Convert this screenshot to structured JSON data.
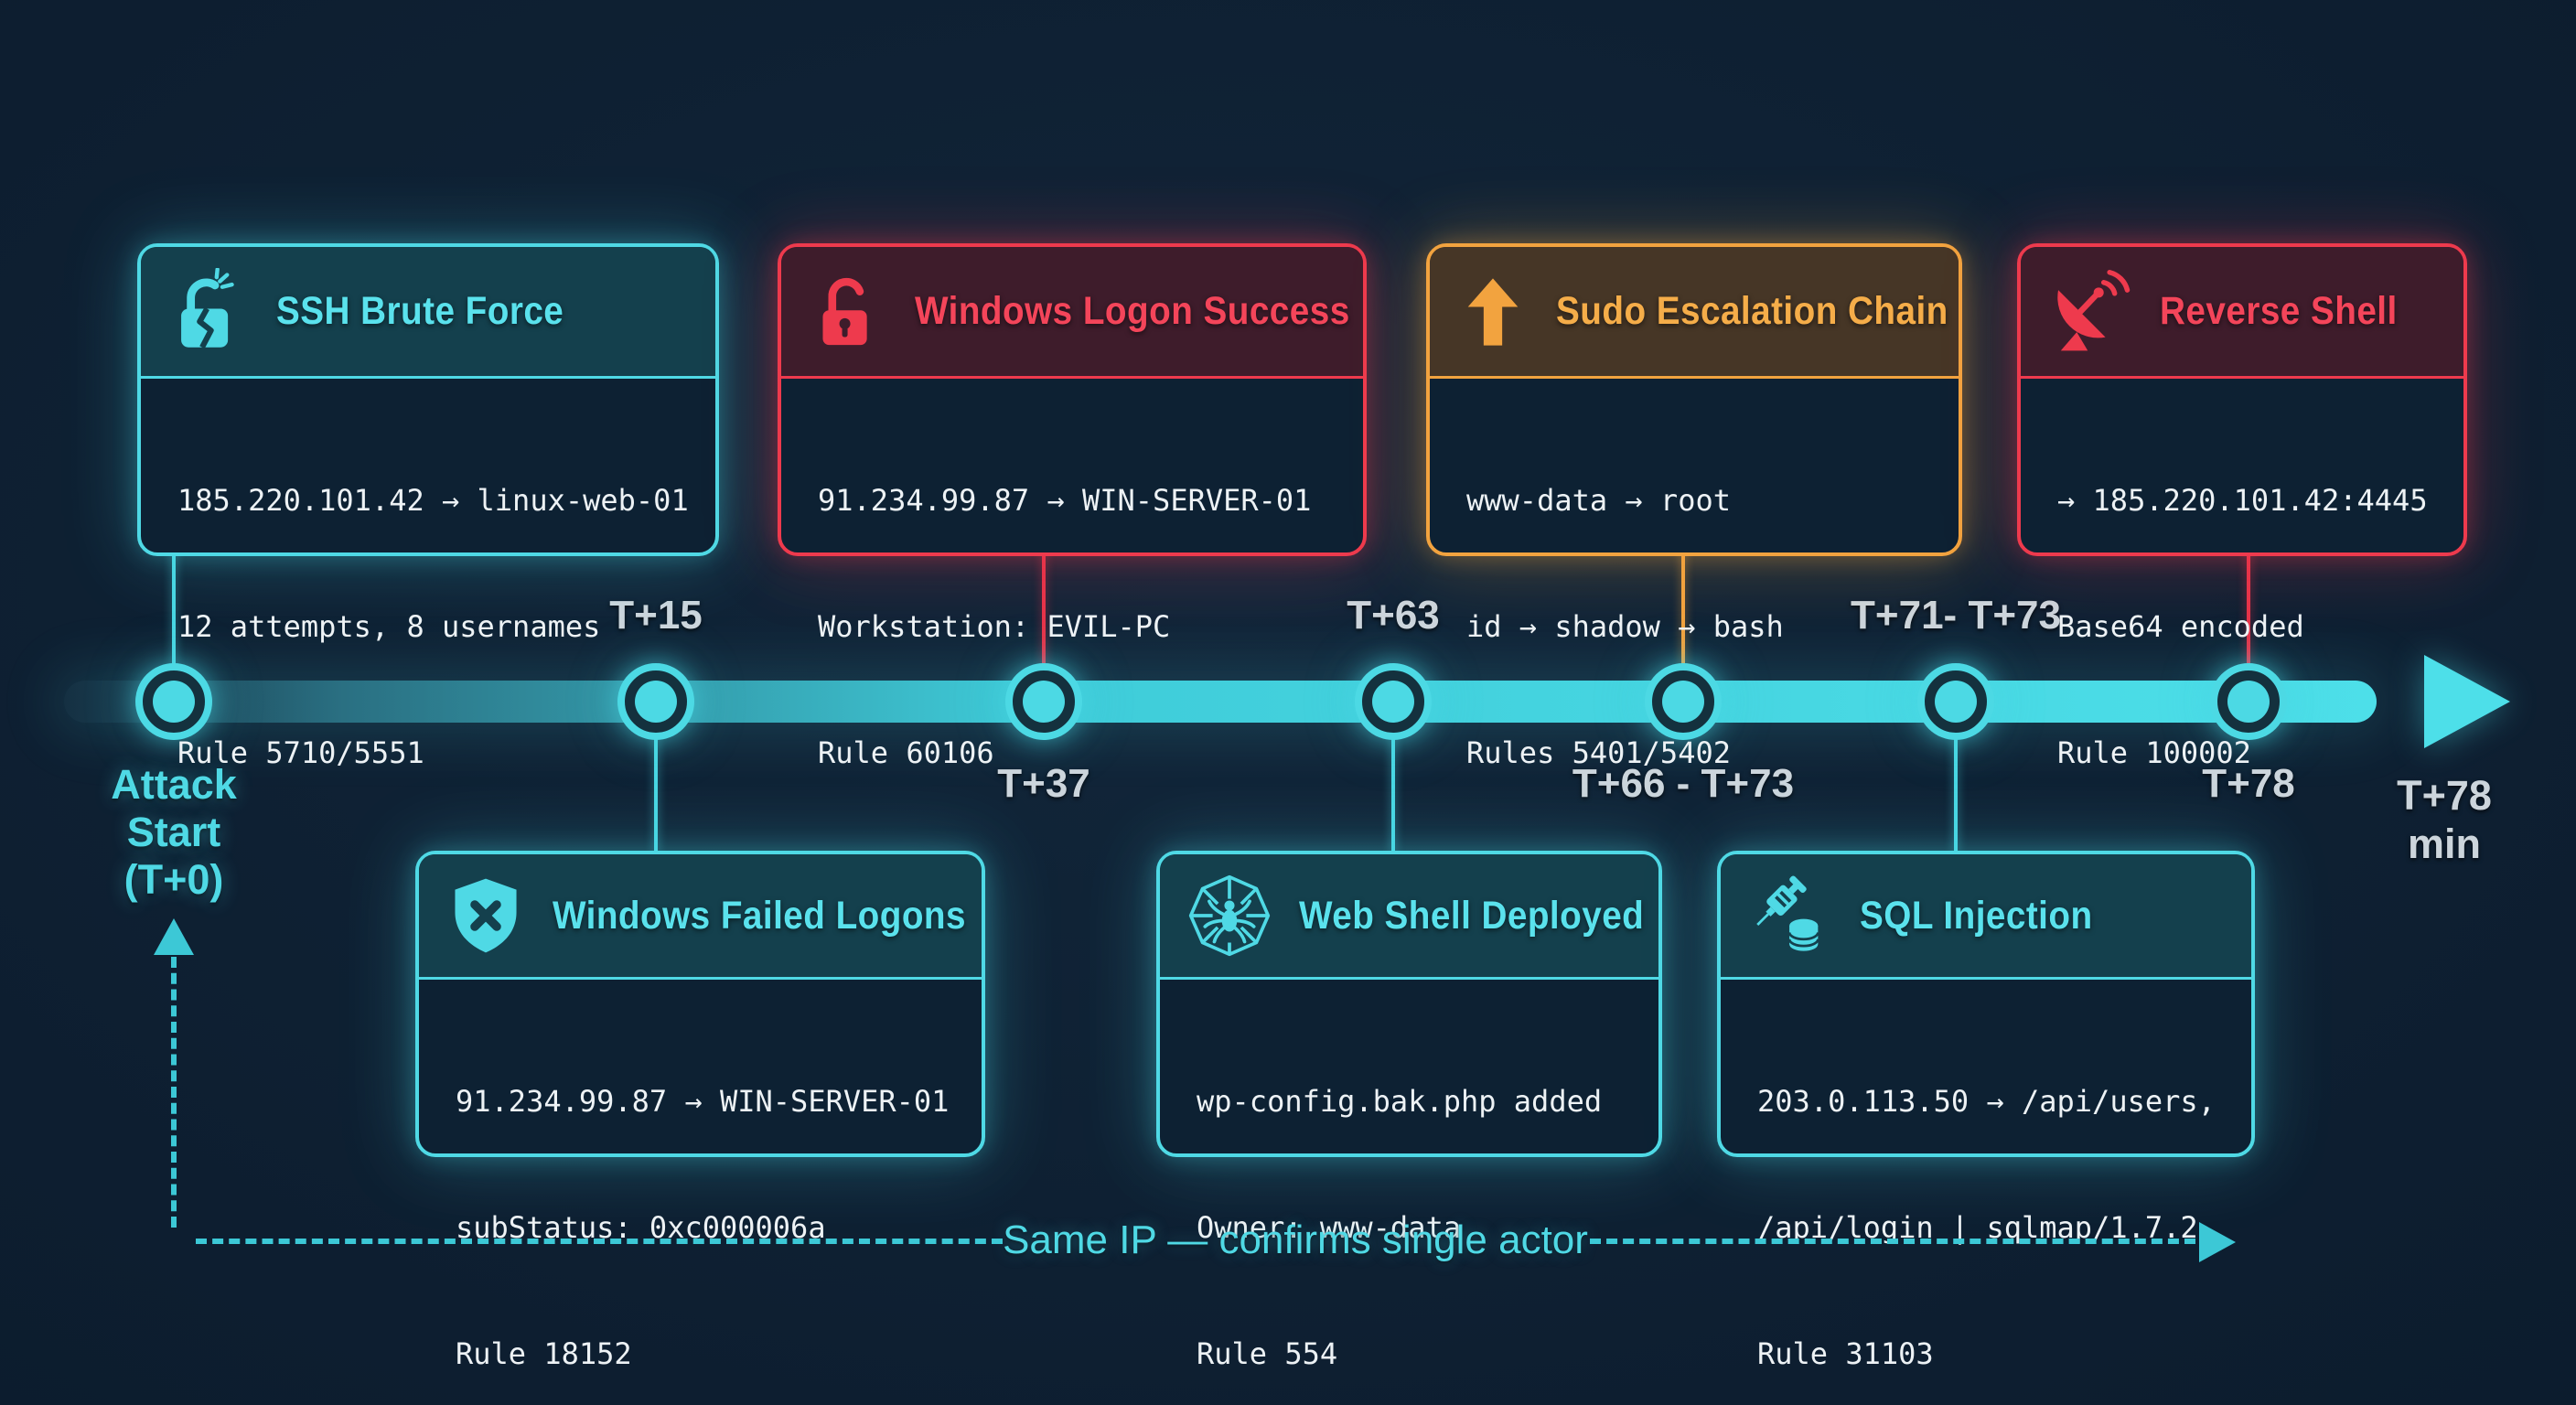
{
  "colors": {
    "background": "#0d1e30",
    "cyan_accent": "#4fd9e5",
    "red_accent": "#ee3a4d",
    "orange_accent": "#f2a33f",
    "label_gray": "#ccd5dc",
    "body_text": "#edf2f5"
  },
  "cards": [
    {
      "id": "ssh-brute-force",
      "title": "SSH Brute Force",
      "variant": "cyan",
      "icon": "broken-lock-icon",
      "lines": [
        "185.220.101.42 → linux-web-01",
        "12 attempts, 8 usernames",
        "Rule 5710/5551"
      ]
    },
    {
      "id": "windows-logon-success",
      "title": "Windows Logon Success",
      "variant": "red",
      "icon": "unlocked-padlock-icon",
      "lines": [
        "91.234.99.87 → WIN-SERVER-01",
        "Workstation: EVIL-PC",
        "Rule 60106"
      ]
    },
    {
      "id": "sudo-escalation-chain",
      "title": "Sudo Escalation Chain",
      "variant": "orange",
      "icon": "up-arrow-icon",
      "lines": [
        "www-data → root",
        "id → shadow → bash",
        "Rules 5401/5402"
      ]
    },
    {
      "id": "reverse-shell",
      "title": "Reverse Shell",
      "variant": "red",
      "icon": "satellite-dish-icon",
      "lines": [
        "→ 185.220.101.42:4445",
        "Base64 encoded",
        "Rule 100002"
      ]
    },
    {
      "id": "windows-failed-logons",
      "title": "Windows Failed Logons",
      "variant": "cyan",
      "icon": "shield-x-icon",
      "lines": [
        "91.234.99.87 → WIN-SERVER-01",
        "subStatus: 0xc000006a",
        "Rule 18152"
      ]
    },
    {
      "id": "web-shell-deployed",
      "title": "Web Shell Deployed",
      "variant": "cyan",
      "icon": "spider-web-icon",
      "lines": [
        "wp-config.bak.php added",
        "Owner: www-data",
        "Rule 554"
      ]
    },
    {
      "id": "sql-injection",
      "title": "SQL Injection",
      "variant": "cyan",
      "icon": "syringe-database-icon",
      "lines": [
        "203.0.113.50 → /api/users,",
        "/api/login | sqlmap/1.7.2",
        "Rule 31103"
      ]
    }
  ],
  "timeline": {
    "start_label": {
      "line1": "Attack",
      "line2": "Start",
      "line3": "(T+0)"
    },
    "end_label": {
      "line1": "T+78",
      "line2": "min"
    },
    "labels_above": [
      "T+15",
      "T+63",
      "T+71- T+73"
    ],
    "labels_below": [
      "T+37",
      "T+66 - T+73",
      "T+78"
    ]
  },
  "annotation": {
    "text": "Same IP — confirms single actor"
  }
}
